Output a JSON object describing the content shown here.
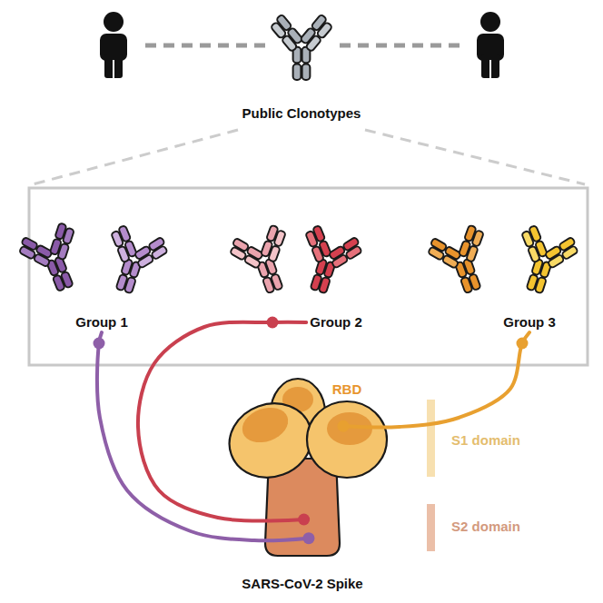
{
  "diagram": {
    "nodes": [
      {
        "text": [
          "Group 1"
        ]
      },
      {
        "text": [
          "Group 2"
        ]
      },
      {
        "text": [
          "Group 3"
        ]
      },
      {
        "text": [
          "RBD"
        ]
      },
      {
        "text": [
          "SARS-CoV-2 Spike"
        ]
      }
    ],
    "edges": [
      {
        "from": 0,
        "to": 4,
        "arrow": "none"
      },
      {
        "from": 1,
        "to": 4,
        "arrow": "none"
      },
      {
        "from": 2,
        "to": 3,
        "arrow": "none"
      }
    ],
    "labels": [
      "Public Clonotypes",
      "S1 domain",
      "S2 domain"
    ]
  }
}
